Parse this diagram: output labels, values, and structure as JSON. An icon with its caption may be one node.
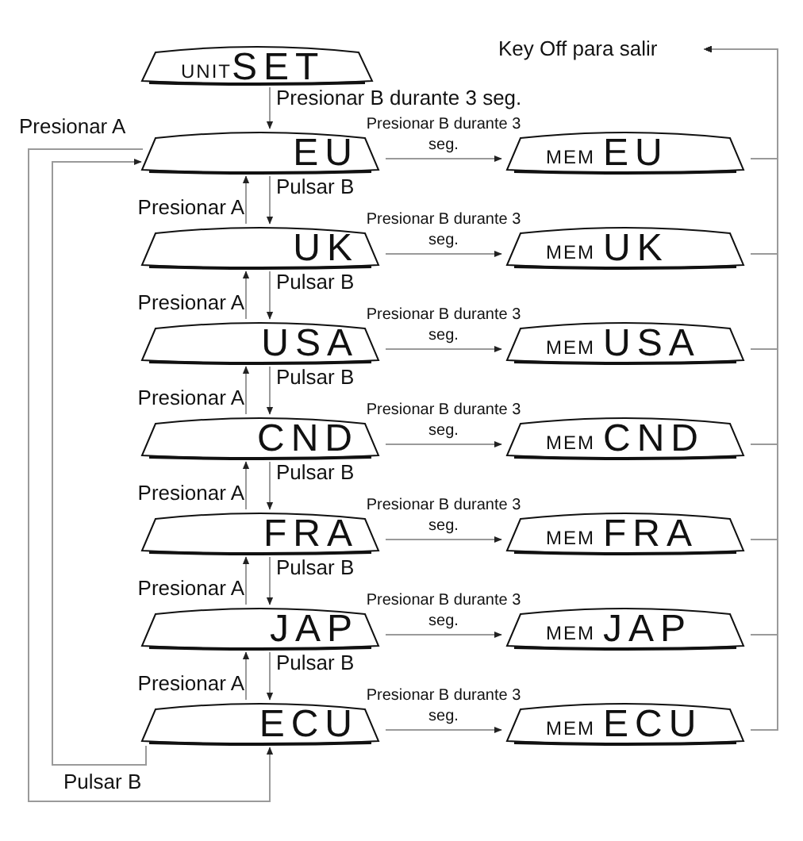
{
  "diagram": {
    "nodes": [
      {
        "text": [
          "UNIT",
          "SET"
        ]
      },
      {
        "text": [
          "EU"
        ]
      },
      {
        "text": [
          "UK"
        ]
      },
      {
        "text": [
          "USA"
        ]
      },
      {
        "text": [
          "CND"
        ]
      },
      {
        "text": [
          "FRA"
        ]
      },
      {
        "text": [
          "JAP"
        ]
      },
      {
        "text": [
          "ECU"
        ]
      },
      {
        "text": [
          "MEM",
          "EU"
        ]
      },
      {
        "text": [
          "MEM",
          "UK"
        ]
      },
      {
        "text": [
          "MEM",
          "USA"
        ]
      },
      {
        "text": [
          "MEM",
          "CND"
        ]
      },
      {
        "text": [
          "MEM",
          "FRA"
        ]
      },
      {
        "text": [
          "MEM",
          "JAP"
        ]
      },
      {
        "text": [
          "MEM",
          "ECU"
        ]
      },
      {
        "text": [
          "Key Off para salir"
        ]
      }
    ],
    "edges": [
      {
        "from": 0,
        "to": 1,
        "arrow": "to",
        "label": "Presionar B durante 3 seg."
      },
      {
        "from": 1,
        "to": 2,
        "arrow": "to",
        "label": "Pulsar B"
      },
      {
        "from": 2,
        "to": 1,
        "arrow": "to",
        "label": "Presionar A"
      },
      {
        "from": 2,
        "to": 3,
        "arrow": "to",
        "label": "Pulsar B"
      },
      {
        "from": 3,
        "to": 2,
        "arrow": "to",
        "label": "Presionar A"
      },
      {
        "from": 3,
        "to": 4,
        "arrow": "to",
        "label": "Pulsar B"
      },
      {
        "from": 4,
        "to": 3,
        "arrow": "to",
        "label": "Presionar A"
      },
      {
        "from": 4,
        "to": 5,
        "arrow": "to",
        "label": "Pulsar B"
      },
      {
        "from": 5,
        "to": 4,
        "arrow": "to",
        "label": "Presionar A"
      },
      {
        "from": 5,
        "to": 6,
        "arrow": "to",
        "label": "Pulsar B"
      },
      {
        "from": 6,
        "to": 5,
        "arrow": "to",
        "label": "Presionar A"
      },
      {
        "from": 6,
        "to": 7,
        "arrow": "to",
        "label": "Pulsar B"
      },
      {
        "from": 7,
        "to": 6,
        "arrow": "to",
        "label": "Presionar A"
      },
      {
        "from": 1,
        "to": 8,
        "arrow": "to",
        "label": "Presionar B durante 3 seg."
      },
      {
        "from": 2,
        "to": 9,
        "arrow": "to",
        "label": "Presionar B durante 3 seg."
      },
      {
        "from": 3,
        "to": 10,
        "arrow": "to",
        "label": "Presionar B durante 3 seg."
      },
      {
        "from": 4,
        "to": 11,
        "arrow": "to",
        "label": "Presionar B durante 3 seg."
      },
      {
        "from": 5,
        "to": 12,
        "arrow": "to",
        "label": "Presionar B durante 3 seg."
      },
      {
        "from": 6,
        "to": 13,
        "arrow": "to",
        "label": "Presionar B durante 3 seg."
      },
      {
        "from": 7,
        "to": 14,
        "arrow": "to",
        "label": "Presionar B durante 3 seg."
      },
      {
        "from": 8,
        "to": 15,
        "arrow": "to"
      },
      {
        "from": 9,
        "to": 15,
        "arrow": "to"
      },
      {
        "from": 10,
        "to": 15,
        "arrow": "to"
      },
      {
        "from": 11,
        "to": 15,
        "arrow": "to"
      },
      {
        "from": 12,
        "to": 15,
        "arrow": "to"
      },
      {
        "from": 13,
        "to": 15,
        "arrow": "to"
      },
      {
        "from": 14,
        "to": 15,
        "arrow": "to"
      },
      {
        "from": 1,
        "to": 7,
        "arrow": "to",
        "label": "Presionar A"
      },
      {
        "from": 7,
        "to": 1,
        "arrow": "to",
        "label": "Pulsar B"
      }
    ]
  }
}
